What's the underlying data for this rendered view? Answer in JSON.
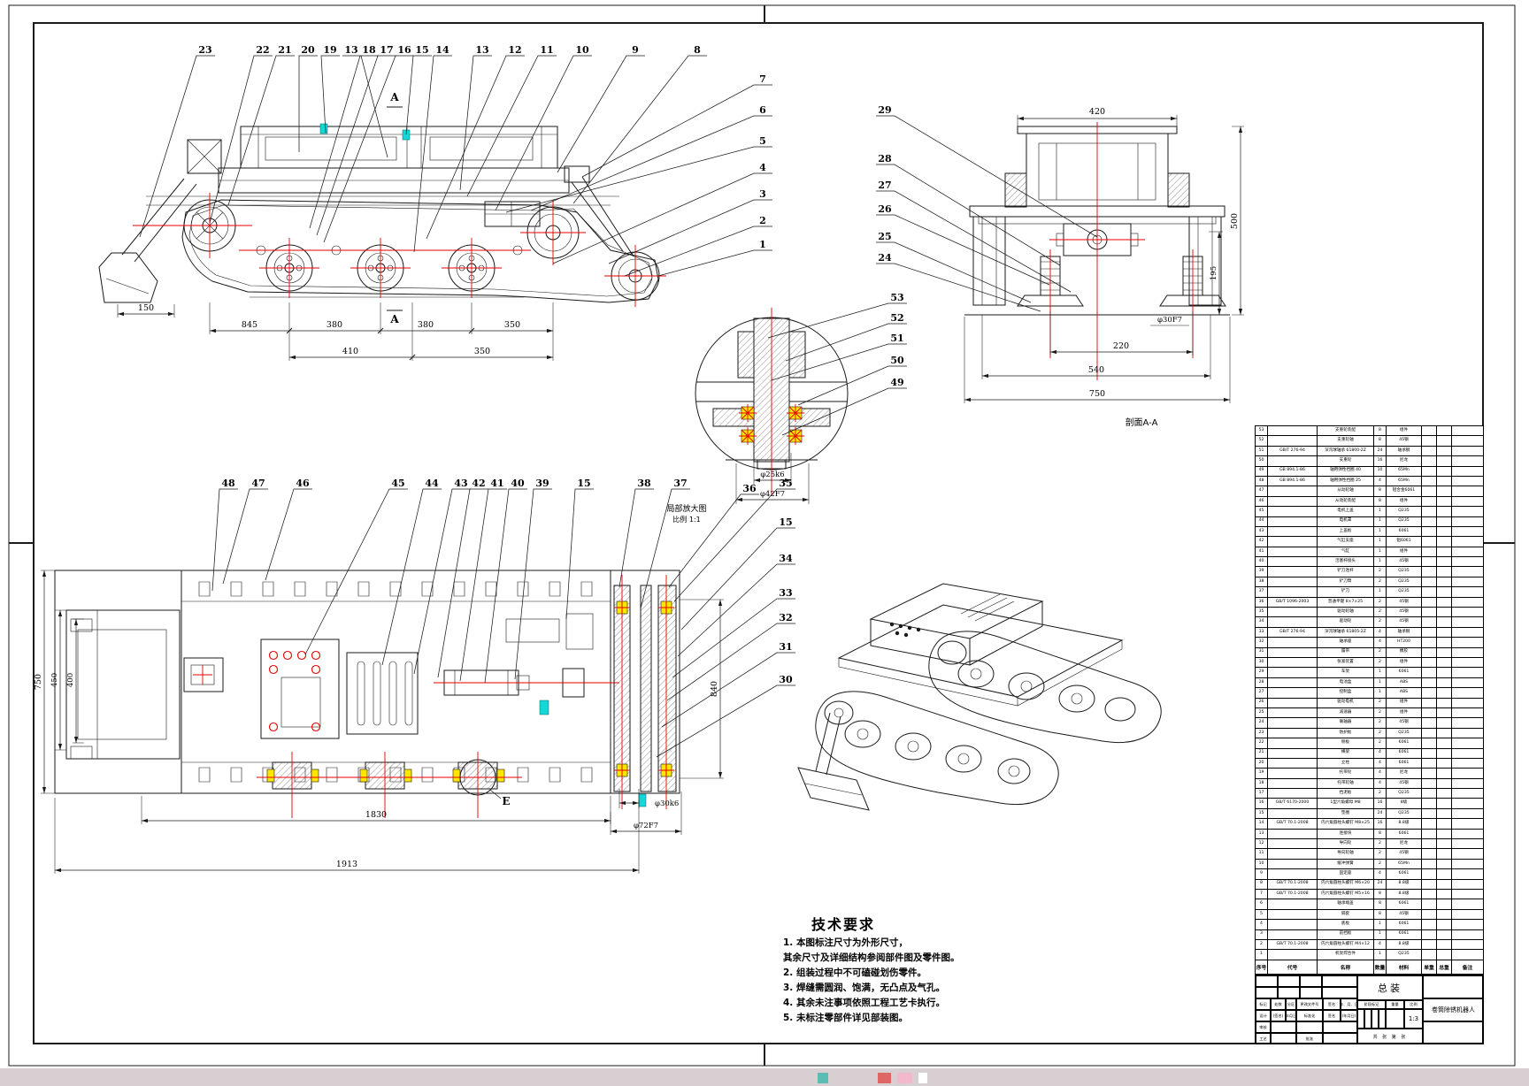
{
  "labels": {
    "section_mark": "A",
    "section_view": "剖面A-A",
    "detail_title": "局部放大图",
    "detail_scale": "比例 1:1",
    "detail_mark": "E"
  },
  "callouts": {
    "side_top": [
      "23",
      "22",
      "21",
      "20",
      "19",
      "13",
      "18",
      "17",
      "16",
      "15",
      "14",
      "13",
      "12",
      "11",
      "10",
      "9",
      "8"
    ],
    "side_right": [
      "7",
      "6",
      "5",
      "4",
      "3",
      "2",
      "1"
    ],
    "front_left": [
      "29",
      "28",
      "27",
      "26",
      "25",
      "24"
    ],
    "detail_right": [
      "53",
      "52",
      "51",
      "50",
      "49"
    ],
    "plan_top": [
      "48",
      "47",
      "46",
      "45",
      "44",
      "43",
      "42",
      "41",
      "40",
      "39",
      "15",
      "38",
      "37",
      "36"
    ],
    "plan_right": [
      "35",
      "15",
      "34",
      "33",
      "32",
      "31",
      "30"
    ]
  },
  "dims": {
    "side": {
      "d150": "150",
      "d845": "845",
      "d380a": "380",
      "d380b": "380",
      "d350a": "350",
      "d410": "410",
      "d350b": "350"
    },
    "front": {
      "d420": "420",
      "d500": "500",
      "d195": "195",
      "d220": "220",
      "d540": "540",
      "d750": "750",
      "dphi30": "φ30F7"
    },
    "detail": {
      "dphi25": "φ25k6",
      "dphi42": "φ42F7"
    },
    "plan": {
      "d750": "750",
      "d450": "450",
      "d400": "400",
      "d840": "840",
      "d1830": "1830",
      "d1913": "1913",
      "dphi30": "φ30k6",
      "dphi72": "φ72F7"
    }
  },
  "tech": {
    "title": "技术要求",
    "lines": [
      "1. 本图标注尺寸为外形尺寸，",
      "其余尺寸及详细结构参阅部件图及零件图。",
      "2. 组装过程中不可磕碰划伤零件。",
      "3. 焊缝需圆润、饱满，无凸点及气孔。",
      "4. 其余未注事项依照工程工艺卡执行。",
      "5. 未标注零部件详见部装图。"
    ]
  },
  "bom": {
    "headers": [
      "序号",
      "代号",
      "名称",
      "数量",
      "材料",
      "单重",
      "总重",
      "备注"
    ],
    "rows": [
      [
        "53",
        "",
        "支重轮装配",
        "8",
        "组件",
        "",
        "",
        ""
      ],
      [
        "52",
        "",
        "支重轮轴",
        "8",
        "45钢",
        "",
        "",
        ""
      ],
      [
        "51",
        "GB/T 276-94",
        "深沟球轴承 61800-2Z",
        "24",
        "轴承钢",
        "",
        "",
        ""
      ],
      [
        "50",
        "",
        "支重轮",
        "16",
        "尼龙",
        "",
        "",
        ""
      ],
      [
        "49",
        "GB 894.1-86",
        "轴用弹性挡圈 40",
        "10",
        "65Mn",
        "",
        "",
        ""
      ],
      [
        "48",
        "GB 894.1-86",
        "轴用弹性挡圈 25",
        "4",
        "65Mn",
        "",
        "",
        ""
      ],
      [
        "47",
        "",
        "从动轮轴",
        "8",
        "铝合金6061",
        "",
        "",
        ""
      ],
      [
        "46",
        "",
        "从动轮装配",
        "8",
        "组件",
        "",
        "",
        ""
      ],
      [
        "45",
        "",
        "电机上盖",
        "1",
        "Q235",
        "",
        "",
        ""
      ],
      [
        "44",
        "",
        "电机罩",
        "1",
        "Q235",
        "",
        "",
        ""
      ],
      [
        "43",
        "",
        "上盖板",
        "1",
        "6061",
        "",
        "",
        ""
      ],
      [
        "42",
        "",
        "气缸支座",
        "1",
        "铝6061",
        "",
        "",
        ""
      ],
      [
        "41",
        "",
        "气缸",
        "1",
        "组件",
        "",
        "",
        ""
      ],
      [
        "40",
        "",
        "活塞杆接头",
        "1",
        "45钢",
        "",
        "",
        ""
      ],
      [
        "39",
        "",
        "铲刀连杆",
        "2",
        "Q235",
        "",
        "",
        ""
      ],
      [
        "38",
        "",
        "铲刀臂",
        "2",
        "Q235",
        "",
        "",
        ""
      ],
      [
        "37",
        "",
        "铲刀",
        "1",
        "Q235",
        "",
        "",
        ""
      ],
      [
        "36",
        "GB/T 1096-2003",
        "普通平键 8×7×25",
        "2",
        "45钢",
        "",
        "",
        ""
      ],
      [
        "35",
        "",
        "驱动轮轴",
        "2",
        "45钢",
        "",
        "",
        ""
      ],
      [
        "34",
        "",
        "驱动轮",
        "2",
        "45钢",
        "",
        "",
        ""
      ],
      [
        "33",
        "GB/T 276-94",
        "深沟球轴承 61805-2Z",
        "4",
        "轴承钢",
        "",
        "",
        ""
      ],
      [
        "32",
        "",
        "轴承座",
        "4",
        "HT200",
        "",
        "",
        ""
      ],
      [
        "31",
        "",
        "履带",
        "2",
        "橡胶",
        "",
        "",
        ""
      ],
      [
        "30",
        "",
        "张紧装置",
        "2",
        "组件",
        "",
        "",
        ""
      ],
      [
        "29",
        "",
        "车架",
        "1",
        "6061",
        "",
        "",
        ""
      ],
      [
        "28",
        "",
        "电池盒",
        "1",
        "ABS",
        "",
        "",
        ""
      ],
      [
        "27",
        "",
        "控制盒",
        "1",
        "ABS",
        "",
        "",
        ""
      ],
      [
        "26",
        "",
        "驱动电机",
        "2",
        "组件",
        "",
        "",
        ""
      ],
      [
        "25",
        "",
        "减速器",
        "2",
        "组件",
        "",
        "",
        ""
      ],
      [
        "24",
        "",
        "联轴器",
        "2",
        "45钢",
        "",
        "",
        ""
      ],
      [
        "23",
        "",
        "防护板",
        "2",
        "Q235",
        "",
        "",
        ""
      ],
      [
        "22",
        "",
        "侧板",
        "2",
        "6061",
        "",
        "",
        ""
      ],
      [
        "21",
        "",
        "横梁",
        "4",
        "6061",
        "",
        "",
        ""
      ],
      [
        "20",
        "",
        "立柱",
        "4",
        "6061",
        "",
        "",
        ""
      ],
      [
        "19",
        "",
        "托带轮",
        "4",
        "尼龙",
        "",
        "",
        ""
      ],
      [
        "18",
        "",
        "托带轮轴",
        "4",
        "45钢",
        "",
        "",
        ""
      ],
      [
        "17",
        "",
        "挡泥板",
        "2",
        "Q235",
        "",
        "",
        ""
      ],
      [
        "16",
        "GB/T 6170-2000",
        "1型六角螺母 M8",
        "16",
        "8级",
        "",
        "",
        ""
      ],
      [
        "15",
        "",
        "垫圈",
        "24",
        "Q235",
        "",
        "",
        ""
      ],
      [
        "14",
        "GB/T 70.1-2008",
        "内六角圆柱头螺钉 M8×25",
        "16",
        "8.8级",
        "",
        "",
        ""
      ],
      [
        "13",
        "",
        "连接块",
        "8",
        "6061",
        "",
        "",
        ""
      ],
      [
        "12",
        "",
        "导向轮",
        "2",
        "尼龙",
        "",
        "",
        ""
      ],
      [
        "11",
        "",
        "导向轮轴",
        "2",
        "45钢",
        "",
        "",
        ""
      ],
      [
        "10",
        "",
        "缓冲弹簧",
        "2",
        "65Mn",
        "",
        "",
        ""
      ],
      [
        "9",
        "",
        "固定座",
        "4",
        "6061",
        "",
        "",
        ""
      ],
      [
        "8",
        "GB/T 70.1-2008",
        "内六角圆柱头螺钉 M6×20",
        "24",
        "8.8级",
        "",
        "",
        ""
      ],
      [
        "7",
        "GB/T 70.1-2008",
        "内六角圆柱头螺钉 M5×16",
        "8",
        "8.8级",
        "",
        "",
        ""
      ],
      [
        "6",
        "",
        "轴承端盖",
        "8",
        "6061",
        "",
        "",
        ""
      ],
      [
        "5",
        "",
        "隔套",
        "8",
        "45钢",
        "",
        "",
        ""
      ],
      [
        "4",
        "",
        "底板",
        "1",
        "6061",
        "",
        "",
        ""
      ],
      [
        "3",
        "",
        "前挡板",
        "1",
        "6061",
        "",
        "",
        ""
      ],
      [
        "2",
        "GB/T 70.1-2008",
        "内六角圆柱头螺钉 M4×12",
        "4",
        "8.8级",
        "",
        "",
        ""
      ],
      [
        "1",
        "",
        "机架焊合件",
        "1",
        "Q235",
        "",
        "",
        ""
      ]
    ]
  },
  "title_block": {
    "assembly": "总装",
    "project": "卷筒除锈机器人",
    "scale_value": "1:3",
    "mark": "标记",
    "count": "处数",
    "zone": "分区",
    "change_no": "更改文件号",
    "sign": "签名",
    "date": "年、月、日",
    "design": "设计",
    "sign_p": "(签名)",
    "date_p": "(年月日)",
    "standard": "标准化",
    "check": "审核",
    "craft": "工艺",
    "approve": "批准",
    "stage": "阶段标记",
    "weight": "重量",
    "scale": "比例",
    "sheet_line": "共  张  第  张"
  }
}
